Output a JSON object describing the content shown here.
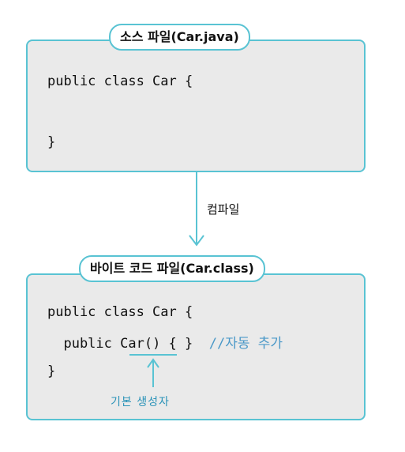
{
  "source": {
    "title": "소스 파일(Car.java)",
    "code": [
      "public class Car {",
      "}"
    ]
  },
  "compile_label": "컴파일",
  "bytecode": {
    "title": "바이트 코드 파일(Car.class)",
    "code_line1": "public class Car {",
    "code_line2_prefix": "  public ",
    "code_line2_ctor": "Car()",
    "code_line2_suffix": " { }  ",
    "comment": "//자동 추가",
    "code_line3": "}"
  },
  "annotation": {
    "label": "기본 생성자"
  },
  "colors": {
    "accent": "#59c3d3",
    "box_fill": "#eaeaea",
    "comment": "#4a98c8",
    "annotation": "#2b93b8"
  }
}
